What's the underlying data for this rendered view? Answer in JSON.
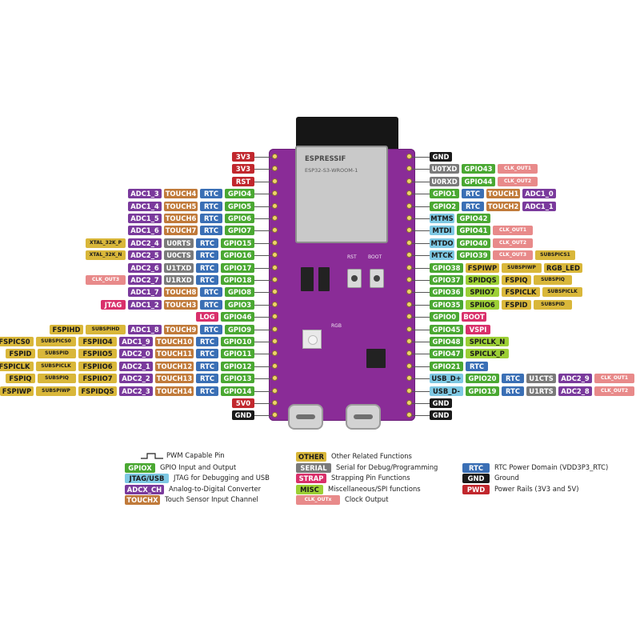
{
  "colors": {
    "power": "#c1272d",
    "ground": "#1a1a1a",
    "gpio": "#4aa832",
    "analog": "#7a3a9c",
    "touch": "#c07a3a",
    "rtc": "#3a6fb5",
    "serial": "#7a7a7a",
    "jtag": "#d9306b",
    "other": "#d9b73a",
    "misc": "#9ccf35",
    "clk": "#e88a8a",
    "jtag_usb": "#7ec8e3",
    "board": "#8a2c97"
  },
  "module": {
    "brand": "ESPRESSIF",
    "model": "ESP32-S3-WROOM-1"
  },
  "board_labels": {
    "rst": "RST",
    "boot": "BOOT",
    "rgb": "RGB"
  },
  "left_pins": [
    [
      [
        "3V3",
        "power"
      ]
    ],
    [
      [
        "3V3",
        "power"
      ]
    ],
    [
      [
        "RST",
        "power"
      ]
    ],
    [
      [
        "ADC1_3",
        "analog"
      ],
      [
        "TOUCH4",
        "touch"
      ],
      [
        "RTC",
        "rtc"
      ],
      [
        "GPIO4",
        "gpio"
      ]
    ],
    [
      [
        "ADC1_4",
        "analog"
      ],
      [
        "TOUCH5",
        "touch"
      ],
      [
        "RTC",
        "rtc"
      ],
      [
        "GPIO5",
        "gpio"
      ]
    ],
    [
      [
        "ADC1_5",
        "analog"
      ],
      [
        "TOUCH6",
        "touch"
      ],
      [
        "RTC",
        "rtc"
      ],
      [
        "GPIO6",
        "gpio"
      ]
    ],
    [
      [
        "ADC1_6",
        "analog"
      ],
      [
        "TOUCH7",
        "touch"
      ],
      [
        "RTC",
        "rtc"
      ],
      [
        "GPIO7",
        "gpio"
      ]
    ],
    [
      [
        "XTAL_32K_P",
        "other"
      ],
      [
        "ADC2_4",
        "analog"
      ],
      [
        "U0RTS",
        "serial"
      ],
      [
        "RTC",
        "rtc"
      ],
      [
        "GPIO15",
        "gpio"
      ]
    ],
    [
      [
        "XTAL_32K_N",
        "other"
      ],
      [
        "ADC2_5",
        "analog"
      ],
      [
        "U0CTS",
        "serial"
      ],
      [
        "RTC",
        "rtc"
      ],
      [
        "GPIO16",
        "gpio"
      ]
    ],
    [
      [
        "ADC2_6",
        "analog"
      ],
      [
        "U1TXD",
        "serial"
      ],
      [
        "RTC",
        "rtc"
      ],
      [
        "GPIO17",
        "gpio"
      ]
    ],
    [
      [
        "CLK_OUT3",
        "clk"
      ],
      [
        "ADC2_7",
        "analog"
      ],
      [
        "U1RXD",
        "serial"
      ],
      [
        "RTC",
        "rtc"
      ],
      [
        "GPIO18",
        "gpio"
      ]
    ],
    [
      [
        "ADC1_7",
        "analog"
      ],
      [
        "TOUCH8",
        "touch"
      ],
      [
        "RTC",
        "rtc"
      ],
      [
        "GPIO8",
        "gpio"
      ]
    ],
    [
      [
        "JTAG",
        "jtag"
      ],
      [
        "ADC1_2",
        "analog"
      ],
      [
        "TOUCH3",
        "touch"
      ],
      [
        "RTC",
        "rtc"
      ],
      [
        "GPIO3",
        "gpio"
      ]
    ],
    [
      [
        "LOG",
        "jtag"
      ],
      [
        "GPIO46",
        "gpio"
      ]
    ],
    [
      [
        "FSPIHD",
        "other"
      ],
      [
        "SUBSPIHD",
        "other"
      ],
      [
        "ADC1_8",
        "analog"
      ],
      [
        "TOUCH9",
        "touch"
      ],
      [
        "RTC",
        "rtc"
      ],
      [
        "GPIO9",
        "gpio"
      ]
    ],
    [
      [
        "FSPICS0",
        "other"
      ],
      [
        "SUBSPICS0",
        "other"
      ],
      [
        "FSPIIO4",
        "other"
      ],
      [
        "ADC1_9",
        "analog"
      ],
      [
        "TOUCH10",
        "touch"
      ],
      [
        "RTC",
        "rtc"
      ],
      [
        "GPIO10",
        "gpio"
      ]
    ],
    [
      [
        "FSPID",
        "other"
      ],
      [
        "SUBSPID",
        "other"
      ],
      [
        "FSPIIO5",
        "other"
      ],
      [
        "ADC2_0",
        "analog"
      ],
      [
        "TOUCH11",
        "touch"
      ],
      [
        "RTC",
        "rtc"
      ],
      [
        "GPIO11",
        "gpio"
      ]
    ],
    [
      [
        "FSPICLK",
        "other"
      ],
      [
        "SUBSPICLK",
        "other"
      ],
      [
        "FSPIIO6",
        "other"
      ],
      [
        "ADC2_1",
        "analog"
      ],
      [
        "TOUCH12",
        "touch"
      ],
      [
        "RTC",
        "rtc"
      ],
      [
        "GPIO12",
        "gpio"
      ]
    ],
    [
      [
        "FSPIQ",
        "other"
      ],
      [
        "SUBSPIQ",
        "other"
      ],
      [
        "FSPIIO7",
        "other"
      ],
      [
        "ADC2_2",
        "analog"
      ],
      [
        "TOUCH13",
        "touch"
      ],
      [
        "RTC",
        "rtc"
      ],
      [
        "GPIO13",
        "gpio"
      ]
    ],
    [
      [
        "FSPIWP",
        "other"
      ],
      [
        "SUBSPIWP",
        "other"
      ],
      [
        "FSPIDQS",
        "other"
      ],
      [
        "ADC2_3",
        "analog"
      ],
      [
        "TOUCH14",
        "touch"
      ],
      [
        "RTC",
        "rtc"
      ],
      [
        "GPIO14",
        "gpio"
      ]
    ],
    [
      [
        "5V0",
        "power"
      ]
    ],
    [
      [
        "GND",
        "ground"
      ]
    ]
  ],
  "right_pins": [
    [
      [
        "GND",
        "ground"
      ]
    ],
    [
      [
        "U0TXD",
        "serial"
      ],
      [
        "GPIO43",
        "gpio"
      ],
      [
        "CLK_OUT1",
        "clk"
      ]
    ],
    [
      [
        "U0RXD",
        "serial"
      ],
      [
        "GPIO44",
        "gpio"
      ],
      [
        "CLK_OUT2",
        "clk"
      ]
    ],
    [
      [
        "GPIO1",
        "gpio"
      ],
      [
        "RTC",
        "rtc"
      ],
      [
        "TOUCH1",
        "touch"
      ],
      [
        "ADC1_0",
        "analog"
      ]
    ],
    [
      [
        "GPIO2",
        "gpio"
      ],
      [
        "RTC",
        "rtc"
      ],
      [
        "TOUCH2",
        "touch"
      ],
      [
        "ADC1_1",
        "analog"
      ]
    ],
    [
      [
        "MTMS",
        "jtag_usb"
      ],
      [
        "GPIO42",
        "gpio"
      ]
    ],
    [
      [
        "MTDI",
        "jtag_usb"
      ],
      [
        "GPIO41",
        "gpio"
      ],
      [
        "CLK_OUT1",
        "clk"
      ]
    ],
    [
      [
        "MTDO",
        "jtag_usb"
      ],
      [
        "GPIO40",
        "gpio"
      ],
      [
        "CLK_OUT2",
        "clk"
      ]
    ],
    [
      [
        "MTCK",
        "jtag_usb"
      ],
      [
        "GPIO39",
        "gpio"
      ],
      [
        "CLK_OUT3",
        "clk"
      ],
      [
        "SUBSPICS1",
        "other"
      ]
    ],
    [
      [
        "GPIO38",
        "gpio"
      ],
      [
        "FSPIWP",
        "other"
      ],
      [
        "SUBSPIWP",
        "other"
      ],
      [
        "RGB_LED",
        "other"
      ]
    ],
    [
      [
        "GPIO37",
        "gpio"
      ],
      [
        "SPIDQS",
        "misc"
      ],
      [
        "FSPIQ",
        "other"
      ],
      [
        "SUBSPIQ",
        "other"
      ]
    ],
    [
      [
        "GPIO36",
        "gpio"
      ],
      [
        "SPIIO7",
        "misc"
      ],
      [
        "FSPICLK",
        "other"
      ],
      [
        "SUBSPICLK",
        "other"
      ]
    ],
    [
      [
        "GPIO35",
        "gpio"
      ],
      [
        "SPIIO6",
        "misc"
      ],
      [
        "FSPID",
        "other"
      ],
      [
        "SUBSPID",
        "other"
      ]
    ],
    [
      [
        "GPIO0",
        "gpio"
      ],
      [
        "BOOT",
        "jtag"
      ]
    ],
    [
      [
        "GPIO45",
        "gpio"
      ],
      [
        "VSPI",
        "jtag"
      ]
    ],
    [
      [
        "GPIO48",
        "gpio"
      ],
      [
        "SPICLK_N",
        "misc"
      ]
    ],
    [
      [
        "GPIO47",
        "gpio"
      ],
      [
        "SPICLK_P",
        "misc"
      ]
    ],
    [
      [
        "GPIO21",
        "gpio"
      ],
      [
        "RTC",
        "rtc"
      ]
    ],
    [
      [
        "USB_D+",
        "jtag_usb"
      ],
      [
        "GPIO20",
        "gpio"
      ],
      [
        "RTC",
        "rtc"
      ],
      [
        "U1CTS",
        "serial"
      ],
      [
        "ADC2_9",
        "analog"
      ],
      [
        "CLK_OUT1",
        "clk"
      ]
    ],
    [
      [
        "USB_D-",
        "jtag_usb"
      ],
      [
        "GPIO19",
        "gpio"
      ],
      [
        "RTC",
        "rtc"
      ],
      [
        "U1RTS",
        "serial"
      ],
      [
        "ADC2_8",
        "analog"
      ],
      [
        "CLK_OUT2",
        "clk"
      ]
    ],
    [
      [
        "GND",
        "ground"
      ]
    ],
    [
      [
        "GND",
        "ground"
      ]
    ]
  ],
  "legend": {
    "pwm": "PWM Capable Pin",
    "items": [
      {
        "tag": "GPIOX",
        "color": "gpio",
        "text": "GPIO Input and Output",
        "col": 0,
        "row": 1
      },
      {
        "tag": "JTAG/USB",
        "color": "jtag_usb",
        "text": "JTAG for Debugging and USB",
        "col": 0,
        "row": 2
      },
      {
        "tag": "ADCX_CH",
        "color": "analog",
        "text": "Analog-to-Digital Converter",
        "col": 0,
        "row": 3
      },
      {
        "tag": "TOUCHX",
        "color": "touch",
        "text": "Touch Sensor Input Channel",
        "col": 0,
        "row": 4
      },
      {
        "tag": "OTHER",
        "color": "other",
        "text": "Other Related Functions",
        "col": 1,
        "row": 0
      },
      {
        "tag": "SERIAL",
        "color": "serial",
        "text": "Serial for Debug/Programming",
        "col": 1,
        "row": 1
      },
      {
        "tag": "STRAP",
        "color": "jtag",
        "text": "Strapping Pin Functions",
        "col": 1,
        "row": 2
      },
      {
        "tag": "MISC",
        "color": "misc",
        "text": "Miscellaneous/SPI functions",
        "col": 1,
        "row": 3
      },
      {
        "tag": "CLK_OUTx",
        "color": "clk",
        "text": "Clock Output",
        "col": 1,
        "row": 4
      },
      {
        "tag": "RTC",
        "color": "rtc",
        "text": "RTC Power Domain (VDD3P3_RTC)",
        "col": 2,
        "row": 1
      },
      {
        "tag": "GND",
        "color": "ground",
        "text": "Ground",
        "col": 2,
        "row": 2
      },
      {
        "tag": "PWD",
        "color": "power",
        "text": "Power Rails (3V3 and 5V)",
        "col": 2,
        "row": 3
      }
    ]
  }
}
